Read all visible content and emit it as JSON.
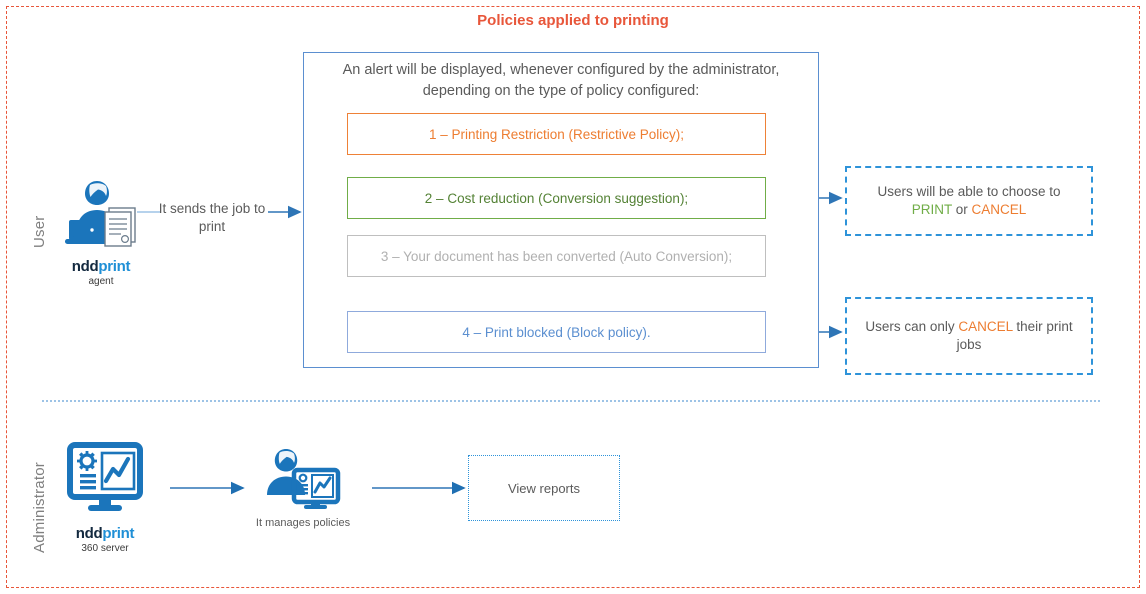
{
  "title": "Policies applied to printing",
  "lanes": {
    "user": "User",
    "administrator": "Administrator"
  },
  "user_row": {
    "agent_icon": {
      "icon": "user-laptop-document-icon",
      "logo_primary": "ndd",
      "logo_secondary": "print",
      "logo_sub": "agent"
    },
    "flow_caption": "It sends the job to print"
  },
  "policy_container": {
    "intro": "An alert will be displayed, whenever configured by the administrator, depending on the type of policy configured:",
    "boxes": [
      {
        "id": 1,
        "label": "1 – Printing Restriction (Restrictive Policy);",
        "color": "#ed7d31"
      },
      {
        "id": 2,
        "label": "2 – Cost reduction (Conversion suggestion);",
        "color": "#548235"
      },
      {
        "id": 3,
        "label": "3 – Your document has been converted (Auto Conversion);",
        "color": "#b0b0b0"
      },
      {
        "id": 4,
        "label": "4 – Print blocked (Block policy).",
        "color": "#5b8fd0"
      }
    ]
  },
  "outcomes": [
    {
      "id": "choose",
      "text_before": "Users will be able to choose to ",
      "keyword_1": "PRINT",
      "text_middle": " or ",
      "keyword_2": "CANCEL",
      "text_after": ""
    },
    {
      "id": "cancel-only",
      "text_before": "Users can only ",
      "keyword_1": "CANCEL",
      "text_middle": " their print jobs",
      "keyword_2": "",
      "text_after": ""
    }
  ],
  "admin_row": {
    "server_icon": {
      "icon": "monitor-gear-chart-icon",
      "logo_primary": "ndd",
      "logo_secondary": "print",
      "logo_sub": "360 server"
    },
    "admin_icon": {
      "icon": "admin-person-monitor-icon",
      "caption": "It manages policies"
    },
    "view_reports": "View reports"
  },
  "colors": {
    "frame": "#e8563a",
    "title": "#e8563a",
    "container_border": "#5b8fd0",
    "connector": "#9dc3e6",
    "arrow": "#2e75b6",
    "icon_blue": "#1b75bb",
    "dashed_box": "#2e93d9"
  }
}
